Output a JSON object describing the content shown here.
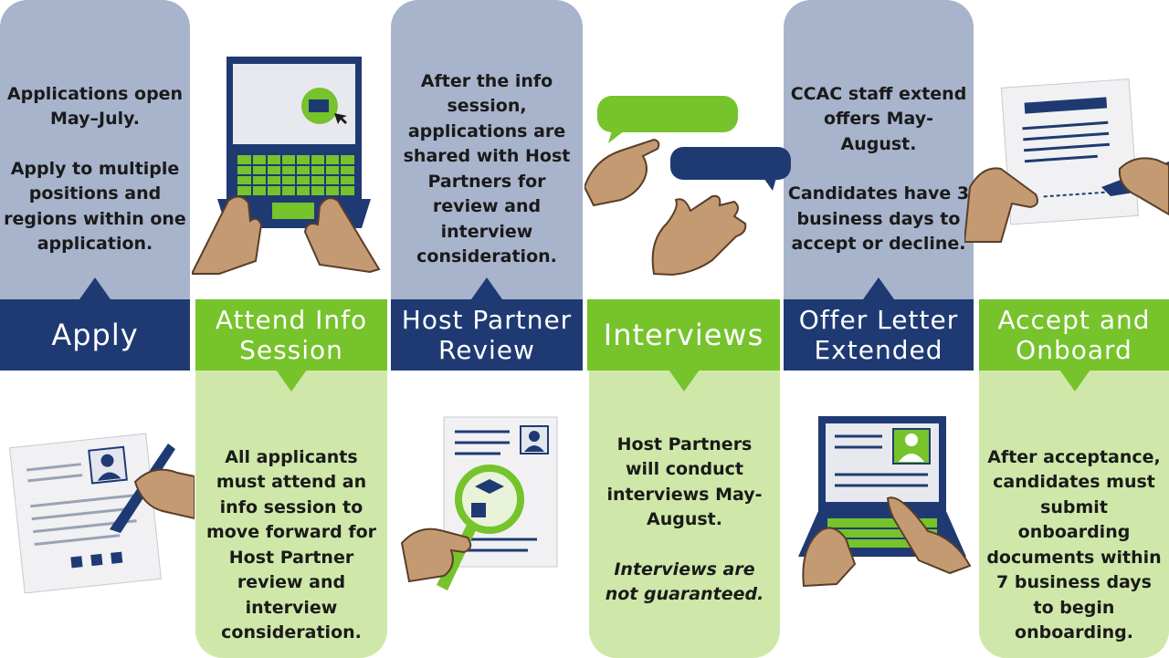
{
  "steps": [
    {
      "title": "Apply",
      "description": "Applications open May–July.",
      "description2": "Apply to multiple positions and regions within one application."
    },
    {
      "title_line1": "Attend Info",
      "title_line2": "Session",
      "description": "All applicants must attend an info session to move forward for Host Partner review and interview consideration."
    },
    {
      "title_line1": "Host Partner",
      "title_line2": "Review",
      "description": "After the info session, applications are shared with Host Partners for review and interview consideration."
    },
    {
      "title": "Interviews",
      "description": "Host Partners will conduct interviews May-August.",
      "note": "Interviews are not guaranteed."
    },
    {
      "title_line1": "Offer Letter",
      "title_line2": "Extended",
      "description": "CCAC staff extend offers May-August.",
      "description2": "Candidates have 3 business days to accept or decline."
    },
    {
      "title_line1": "Accept and",
      "title_line2": "Onboard",
      "description": "After acceptance, candidates must submit onboarding documents within 7 business days to begin onboarding."
    }
  ],
  "colors": {
    "navy": "#1f3a73",
    "green": "#76c32c",
    "slate": "#a8b4cc",
    "light_green": "#cfe8a9",
    "skin": "#c49a72"
  },
  "icons": [
    "laptop-typing-icon",
    "resume-signing-icon",
    "chat-bubbles-icon",
    "magnifier-resume-icon",
    "contract-signing-icon",
    "laptop-profile-icon"
  ]
}
